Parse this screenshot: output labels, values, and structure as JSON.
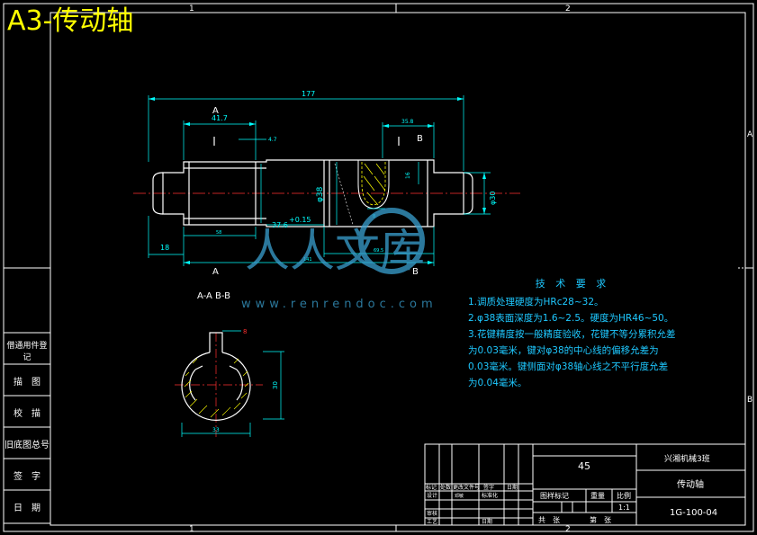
{
  "sheet": {
    "title": "A3-传动轴"
  },
  "border": {
    "zone_top": [
      "1",
      "2"
    ],
    "zone_side": [
      "A",
      "B"
    ]
  },
  "dimensions": {
    "total_length": "177",
    "spline_length": "41.7",
    "step_small": "4.7",
    "keyway_length": "35.8",
    "keyway_depth": "16",
    "end_length": "18",
    "groove_length": "37.6",
    "groove_tol": "+0.15",
    "dia_mid": "φ38",
    "dia_end": "φ30",
    "seg_a": "58",
    "seg_b": "141",
    "seg_c": "69.5",
    "key_width": "8"
  },
  "section_marks": {
    "a_top": "A",
    "a_bottom": "A",
    "b_top": "B",
    "b_bottom": "B",
    "a_tick": "|"
  },
  "section_view": {
    "label": "A-A  B-B",
    "dim_height": "30",
    "dim_width": "33",
    "dim_key": "8"
  },
  "watermark": {
    "text": "人人文库",
    "url": "www.renrendoc.com"
  },
  "tech_requirements": {
    "heading": "技 术 要 求",
    "items": [
      "1.调质处理硬度为HRc28~32。",
      "2.φ38表面深度为1.6~2.5。硬度为HR46~50。",
      "3.花键精度按一般精度验收，花键不等分累积允差为0.03毫米，键对φ38的中心线的偏移允差为0.03毫米。键侧面对φ38轴心线之不平行度允差为0.04毫米。"
    ]
  },
  "side_strip": {
    "cells": [
      "借通用件登记",
      "描　图",
      "校　描",
      "旧底图总号",
      "签　字",
      "日　期"
    ]
  },
  "title_block": {
    "material": "45",
    "school": "兴湘机械3班",
    "part_name": "传动轴",
    "drawing_no": "1G-100-04",
    "scale": "1:1",
    "stage_label": "图样标记",
    "weight_label": "重量",
    "scale_label": "比例",
    "sheets_label": "共　张",
    "sheet_label": "第　张",
    "design_label": "设计",
    "check_label": "审核",
    "process_label": "工艺",
    "std_label": "标准化",
    "date_label": "日期",
    "mark_label": "标记",
    "count_label": "处数",
    "doc_label": "更改文件号",
    "sign_label": "签字",
    "designer": "邓敏"
  },
  "colors": {
    "outline": "#ffffff",
    "dimension": "#00ffff",
    "center": "#ff3030",
    "hatch": "#ffff00",
    "watermark": "#3aa0d0"
  }
}
